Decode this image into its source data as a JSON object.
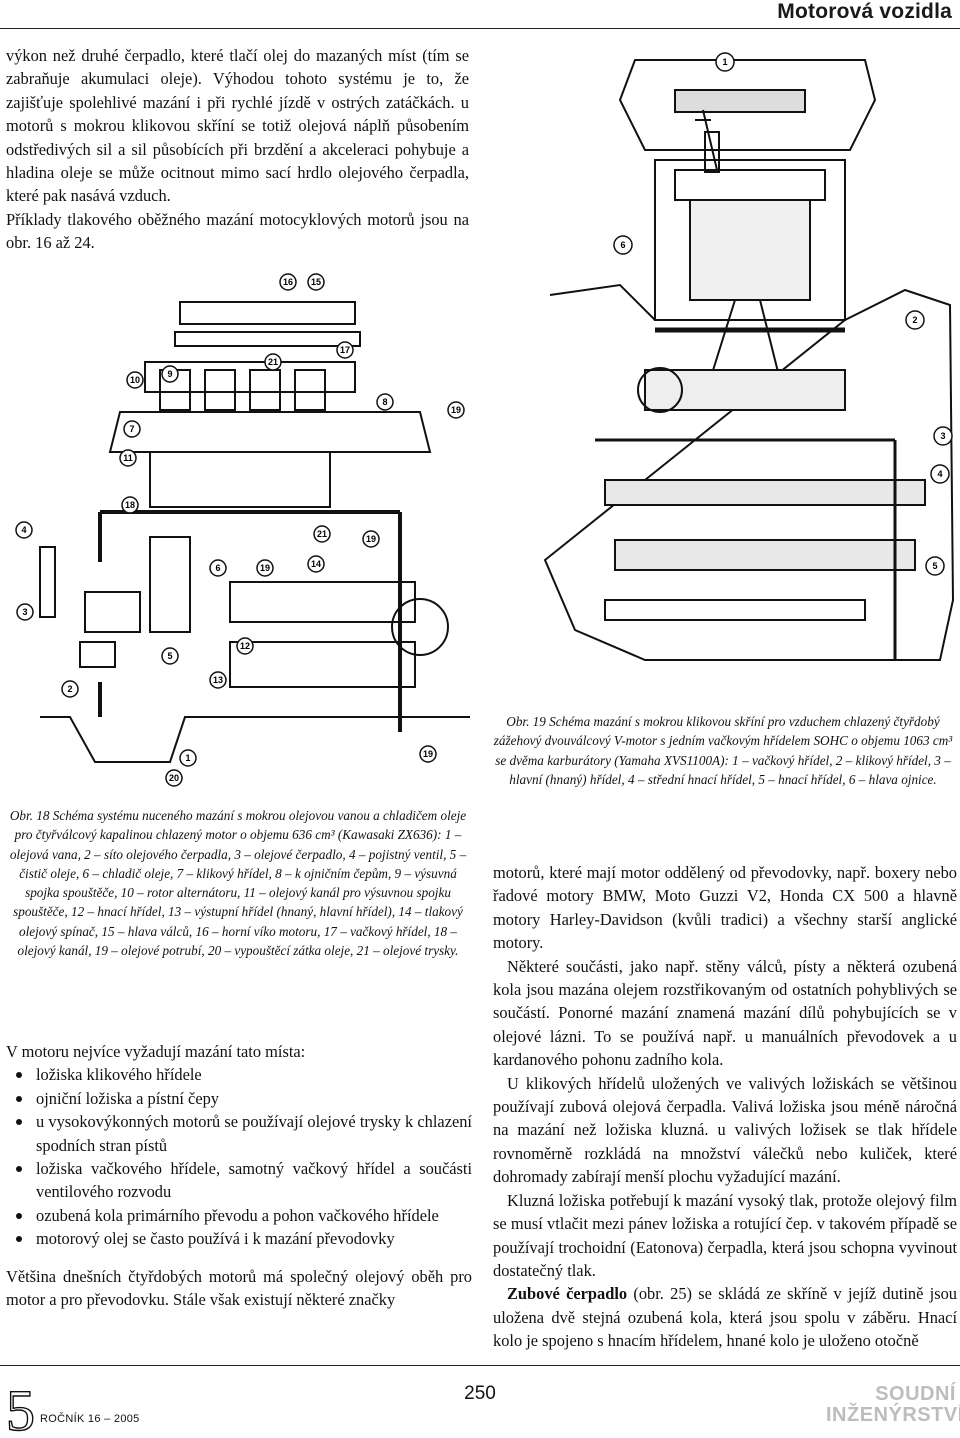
{
  "header": {
    "title": "Motorová vozidla"
  },
  "intro": {
    "p1": "výkon než druhé čerpadlo, které tlačí olej do mazaných míst (tím se zabraňuje akumulaci oleje). Výhodou tohoto systému je to, že zajišťuje spolehlivé mazání i při rychlé jízdě v ostrých zatáčkách. u motorů s mokrou klikovou skříní se totiž olejová náplň působením odstředivých sil a sil působících při brzdění a akceleraci pohybuje a hladina oleje se může ocitnout mimo sací hrdlo olejového čerpadla, které pak nasává vzduch.",
    "p2": "Příklady tlakového oběžného mazání motocyklových motorů jsou na obr. 16 až 24."
  },
  "figure18": {
    "callouts": [
      "16",
      "15",
      "17",
      "10",
      "9",
      "21",
      "8",
      "19",
      "7",
      "11",
      "18",
      "4",
      "21",
      "19",
      "6",
      "19",
      "14",
      "3",
      "12",
      "5",
      "13",
      "2",
      "1",
      "20",
      "19"
    ]
  },
  "figure19": {
    "callouts": [
      "1",
      "6",
      "2",
      "3",
      "4",
      "5"
    ]
  },
  "caption18": {
    "text": "Obr. 18 Schéma systému nuceného mazání s mokrou olejovou vanou a chladičem oleje pro čtyřválcový kapalinou chlazený motor o objemu 636 cm³ (Kawasaki ZX636): 1 – olejová vana, 2 – síto olejového čerpadla, 3 – olejové čerpadlo, 4 – pojistný ventil, 5 – čistič oleje, 6 – chladič oleje, 7 – klikový hřídel, 8 – k ojničním čepům, 9 – výsuvná spojka spouštěče, 10 – rotor alternátoru, 11 – olejový kanál pro výsuvnou spojku spouštěče, 12 – hnací hřídel, 13 – výstupní hřídel (hnaný, hlavní hřídel), 14 – tlakový olejový spínač, 15 – hlava válců, 16 – horní víko motoru, 17 – vačkový hřídel, 18 – olejový kanál, 19 – olejové potrubí, 20 – vypouštěcí zátka oleje, 21 – olejové trysky."
  },
  "caption19": {
    "text": "Obr. 19 Schéma mazání s mokrou klikovou skříní pro vzduchem chlazený čtyřdobý zážehový dvouválcový V-motor s jedním vačkovým hřídelem SOHC o objemu 1063 cm³ se dvěma karburátory (Yamaha XVS1100A): 1 – vačkový hřídel, 2 – klikový hřídel, 3 – hlavní (hnaný) hřídel, 4 – střední hnací hřídel, 5 – hnací hřídel, 6 – hlava ojnice."
  },
  "lubrication": {
    "lead": "V motoru nejvíce vyžadují mazání tato místa:",
    "items": [
      "ložiska klikového hřídele",
      "ojniční ložiska a pístní čepy",
      "u vysokovýkonných motorů se používají olejové trysky k chlazení spodních stran pístů",
      "ložiska vačkového hřídele, samotný vačkový hřídel a součásti ventilového rozvodu",
      "ozubená kola primárního převodu a pohon vačkového hřídele",
      "motorový olej se často používá i k mazání převodovky"
    ],
    "closing": "Většina dnešních čtyřdobých motorů má společný olejový oběh pro motor a pro převodovku. Stále však existují některé značky"
  },
  "right_column": {
    "p1": "motorů, které mají motor oddělený od převodovky, např. boxery nebo řadové motory BMW, Moto Guzzi V2, Honda CX 500 a hlavně motory Harley-Davidson (kvůli tradici) a všechny starší anglické motory.",
    "p2": "Některé součásti, jako např. stěny válců, písty a některá ozubená kola jsou mazána olejem rozstřikovaným od ostatních pohyblivých se součástí. Ponorné mazání znamená mazání dílů pohybujících se v olejové lázni. To se používá např. u manuálních převodovek a u kardanového pohonu zadního kola.",
    "p3": "U klikových hřídelů uložených ve valivých ložiskách se většinou používají zubová olejová čerpadla. Valivá ložiska jsou méně náročná na mazání než ložiska kluzná. u valivých ložisek se tlak hřídele rovnoměrně rozkládá na množství válečků nebo kuliček, které dohromady zabírají menší plochu vyžadující mazání.",
    "p4": "Kluzná ložiska potřebují k mazání vysoký tlak, protože olejový film se musí vtlačit mezi pánev ložiska a rotující čep. v takovém případě se používají trochoidní (Eatonova) čerpadla, která jsou schopna vyvinout dostatečný tlak.",
    "p5_bold": "Zubové čerpadlo",
    "p5_rest": " (obr. 25) se skládá ze skříně v jejíž dutině jsou uložena dvě stejná ozubená kola, která jsou spolu v záběru. Hnací kolo je spojeno s hnacím hřídelem, hnané kolo je uloženo otočně"
  },
  "footer": {
    "page_number": "250",
    "issue_digit": "5",
    "issue": "ROČNÍK 16 – 2005",
    "journal_line1": "SOUDNÍ",
    "journal_line2": "INŽENÝRSTVÍ"
  }
}
